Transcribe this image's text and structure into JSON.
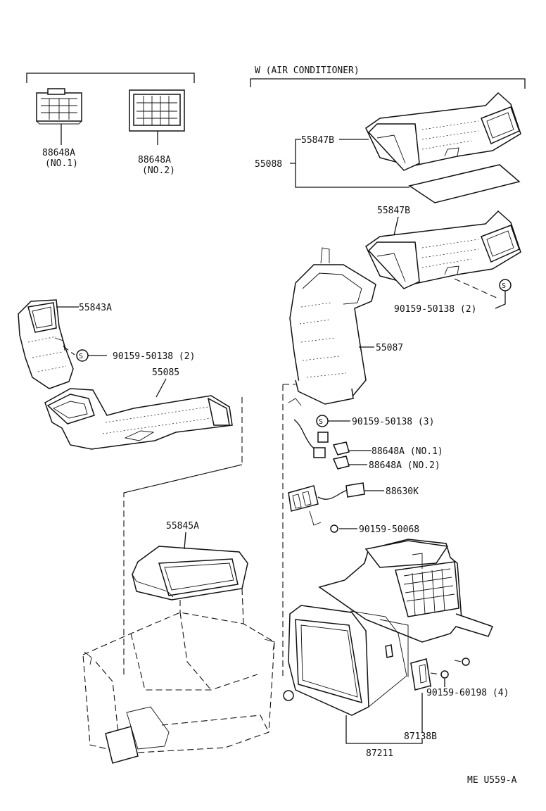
{
  "header": {
    "variant_label": "W (AIR CONDITIONER)"
  },
  "labels": {
    "connector_no1_part": "88648A",
    "connector_no1_note": "(NO.1)",
    "connector_no2_part": "88648A",
    "connector_no2_note": "(NO.2)",
    "duct_upper": "55847B",
    "duct_assy": "55088",
    "duct_lower": "55847B",
    "screw_right": "90159-50138 (2)",
    "vent_left": "55843A",
    "screw_left": "90159-50138 (2)",
    "duct_left": "55085",
    "duct_center": "55087",
    "screw_mid": "90159-50138 (3)",
    "conn_no1": "88648A (NO.1)",
    "conn_no2": "88648A (NO.2)",
    "amplifier": "88630K",
    "bolt": "90159-50068",
    "outlet": "55845A",
    "screw_case": "90159-60198 (4)",
    "resistor": "87138B",
    "case": "87211"
  },
  "footer": {
    "code": "ME U559-A"
  }
}
